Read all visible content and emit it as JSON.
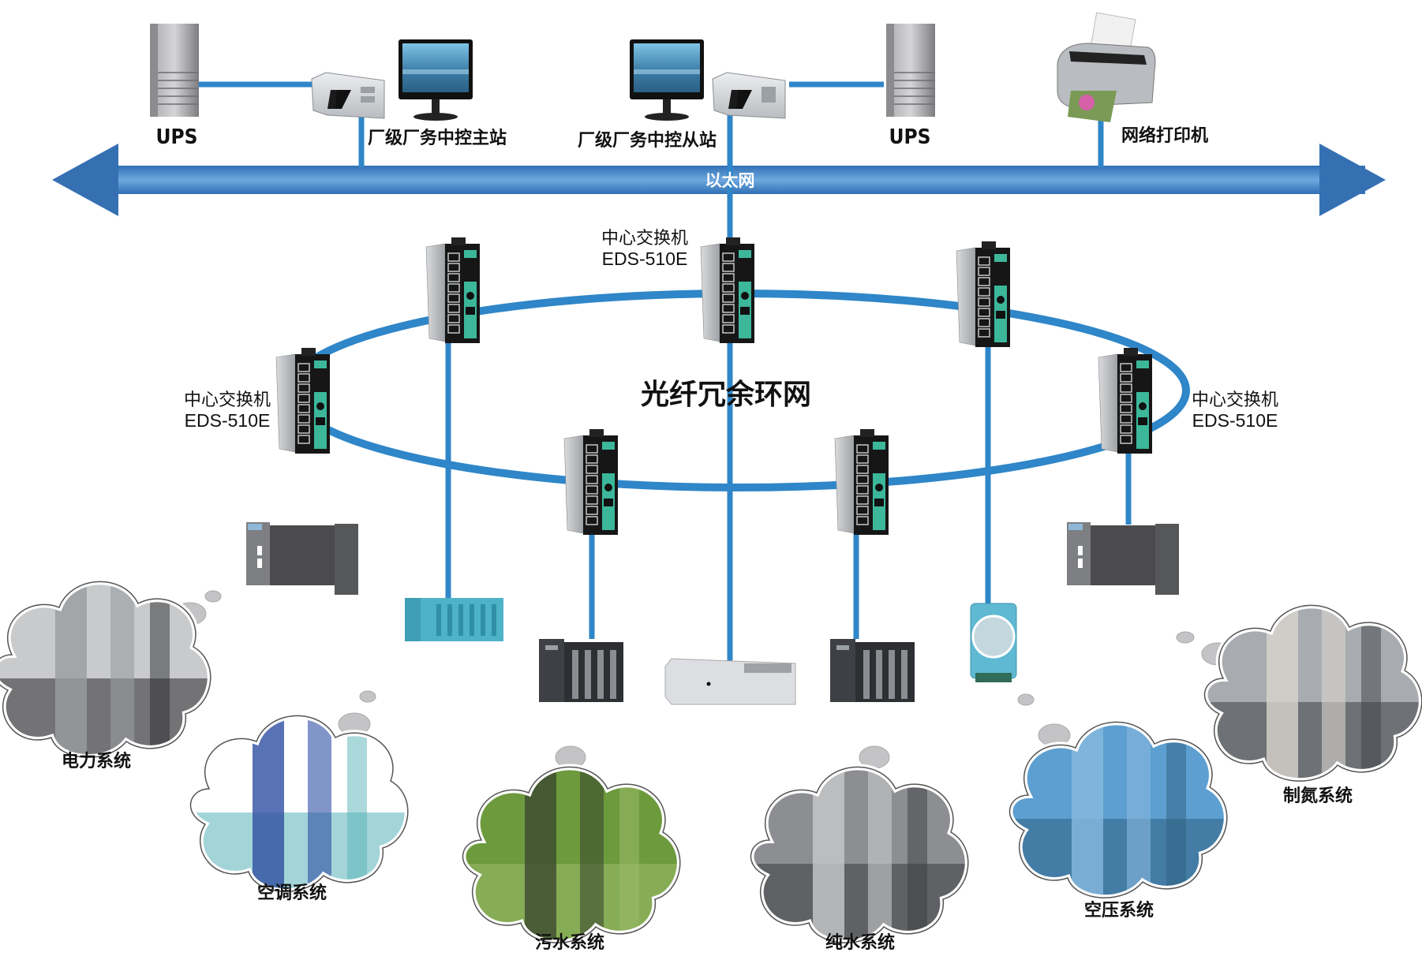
{
  "diagram": {
    "backbone": {
      "label": "以太网",
      "type": "bidirectional-arrow",
      "color": "#3f86c8"
    },
    "ring": {
      "label": "光纤冗余环网",
      "color": "#2f86c8"
    },
    "top_devices": [
      {
        "id": "ups-left",
        "label": "UPS",
        "icon": "server-tower-icon"
      },
      {
        "id": "master-station",
        "label": "厂级厂务中控主站",
        "icon": "industrial-pc-monitor-icon"
      },
      {
        "id": "slave-station",
        "label": "厂级厂务中控从站",
        "icon": "industrial-pc-monitor-icon"
      },
      {
        "id": "ups-right",
        "label": "UPS",
        "icon": "server-tower-icon"
      },
      {
        "id": "network-printer",
        "label": "网络打印机",
        "icon": "printer-icon"
      }
    ],
    "switches": [
      {
        "id": "switch-top-center",
        "name": "中心交换机",
        "model": "EDS-510E",
        "labeled": true
      },
      {
        "id": "switch-left",
        "name": "中心交换机",
        "model": "EDS-510E",
        "labeled": true
      },
      {
        "id": "switch-right",
        "name": "中心交换机",
        "model": "EDS-510E",
        "labeled": true
      },
      {
        "id": "switch-top-left",
        "labeled": false
      },
      {
        "id": "switch-top-right",
        "labeled": false
      },
      {
        "id": "switch-bottom-left",
        "labeled": false
      },
      {
        "id": "switch-bottom-right",
        "labeled": false
      }
    ],
    "field_devices": [
      {
        "id": "plc-left",
        "icon": "plc-rack-icon"
      },
      {
        "id": "io-module-teal",
        "icon": "io-module-icon"
      },
      {
        "id": "controller-left",
        "icon": "controller-icon"
      },
      {
        "id": "rack-server",
        "icon": "rack-server-icon"
      },
      {
        "id": "controller-right",
        "icon": "controller-icon"
      },
      {
        "id": "io-module-round",
        "icon": "remote-io-icon"
      },
      {
        "id": "plc-right",
        "icon": "plc-rack-icon"
      }
    ],
    "systems": [
      {
        "id": "power",
        "label": "电力系统",
        "icon": "switchgear-icon"
      },
      {
        "id": "hvac",
        "label": "空调系统",
        "icon": "hvac-piping-icon"
      },
      {
        "id": "sewage",
        "label": "污水系统",
        "icon": "sewage-tank-icon"
      },
      {
        "id": "pure-water",
        "label": "纯水系统",
        "icon": "water-treatment-icon"
      },
      {
        "id": "compressed-air",
        "label": "空压系统",
        "icon": "air-compressor-icon"
      },
      {
        "id": "nitrogen",
        "label": "制氮系统",
        "icon": "nitrogen-plant-icon"
      }
    ]
  }
}
